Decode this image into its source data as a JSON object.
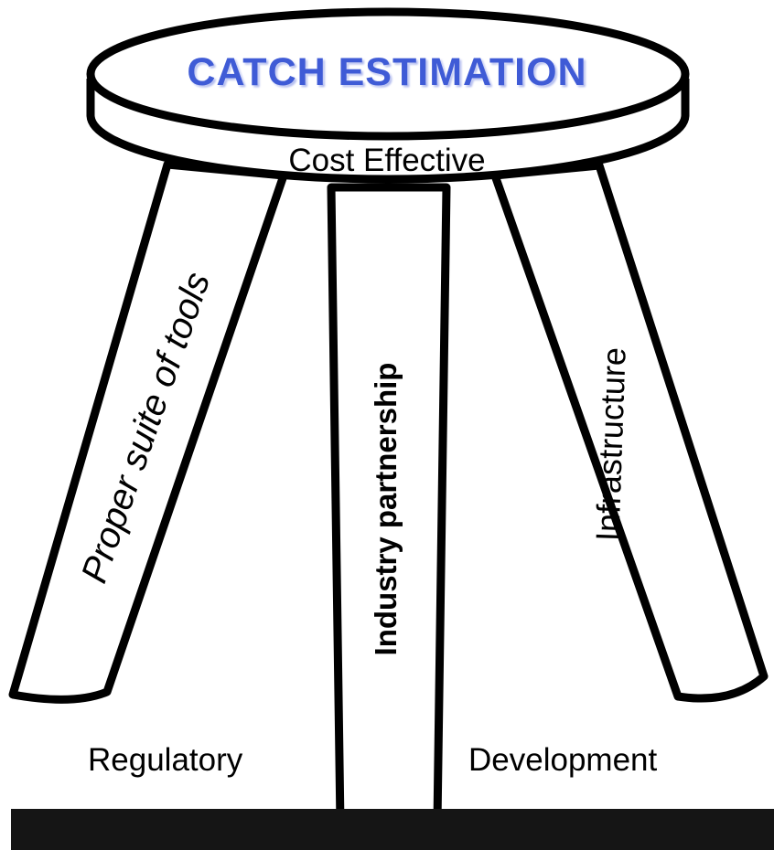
{
  "diagram": {
    "title": "CATCH ESTIMATION",
    "seat_label": "Cost Effective",
    "legs": [
      {
        "label": "Proper suite of tools"
      },
      {
        "label": "Industry partnership"
      },
      {
        "label": "Infrastructure"
      }
    ],
    "bottom_labels": {
      "left": "Regulatory",
      "right": "Development"
    }
  },
  "colors": {
    "title": "#3f5bd6",
    "outline": "#000000",
    "floor": "#151515",
    "background": "#ffffff"
  }
}
